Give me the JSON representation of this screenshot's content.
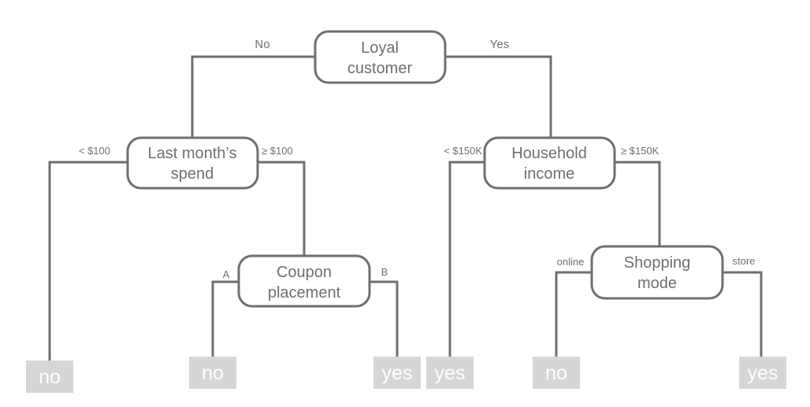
{
  "diagram": {
    "nodes": [
      {
        "id": "loyal",
        "lines": [
          "Loyal",
          "customer"
        ]
      },
      {
        "id": "spend",
        "lines": [
          "Last month’s",
          "spend"
        ]
      },
      {
        "id": "income",
        "lines": [
          "Household",
          "income"
        ]
      },
      {
        "id": "coupon",
        "lines": [
          "Coupon",
          "placement"
        ]
      },
      {
        "id": "mode",
        "lines": [
          "Shopping",
          "mode"
        ]
      }
    ],
    "branch_labels": {
      "loyal_no": "No",
      "loyal_yes": "Yes",
      "spend_low": "< $100",
      "spend_high": "≥ $100",
      "income_low": "< $150K",
      "income_high": "≥ $150K",
      "coupon_a": "A",
      "coupon_b": "B",
      "mode_online": "online",
      "mode_store": "store"
    },
    "leaves": [
      {
        "id": "leaf-spend-low",
        "label": "no"
      },
      {
        "id": "leaf-coupon-a",
        "label": "no"
      },
      {
        "id": "leaf-coupon-b",
        "label": "yes"
      },
      {
        "id": "leaf-income-low",
        "label": "yes"
      },
      {
        "id": "leaf-mode-online",
        "label": "no"
      },
      {
        "id": "leaf-mode-store",
        "label": "yes"
      }
    ]
  }
}
